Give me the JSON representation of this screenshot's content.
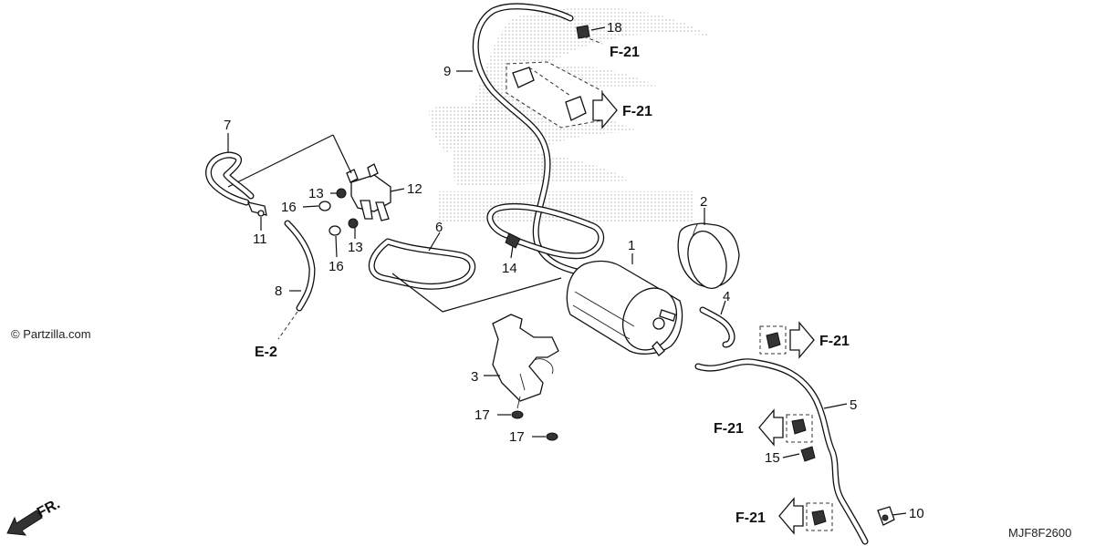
{
  "watermark": "© Partzilla.com",
  "diagram_code": "MJF8F2600",
  "direction_label": "FR.",
  "references": {
    "f21": "F-21",
    "e2": "E-2"
  },
  "callouts": {
    "c1": "1",
    "c2": "2",
    "c3": "3",
    "c4": "4",
    "c5": "5",
    "c6": "6",
    "c7": "7",
    "c8": "8",
    "c9": "9",
    "c10": "10",
    "c11": "11",
    "c12": "12",
    "c13a": "13",
    "c13b": "13",
    "c14": "14",
    "c15": "15",
    "c16a": "16",
    "c16b": "16",
    "c17a": "17",
    "c17b": "17",
    "c18": "18"
  },
  "colors": {
    "line": "#111111",
    "logo_dots": "#c8c8c8"
  }
}
